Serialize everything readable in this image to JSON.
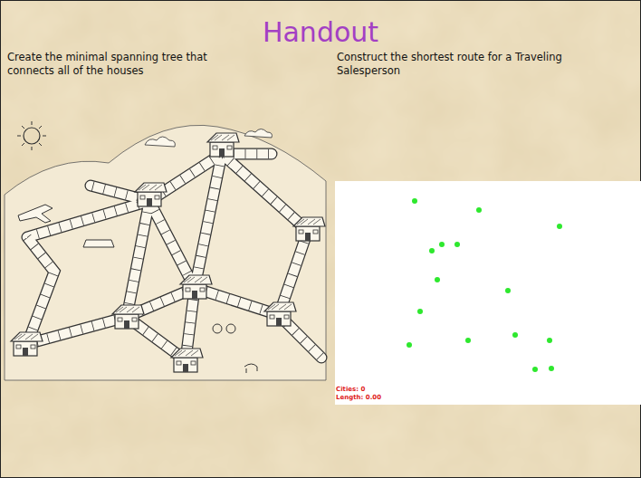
{
  "diagram": {
    "title": "Handout",
    "nodes": [
      {
        "text": [
          "Cities: 0",
          "Length: 0.00"
        ]
      }
    ],
    "labels": [
      "Create the minimal spanning tree that connects all of the houses",
      "Construct the shortest route for a Traveling Salesperson"
    ]
  }
}
